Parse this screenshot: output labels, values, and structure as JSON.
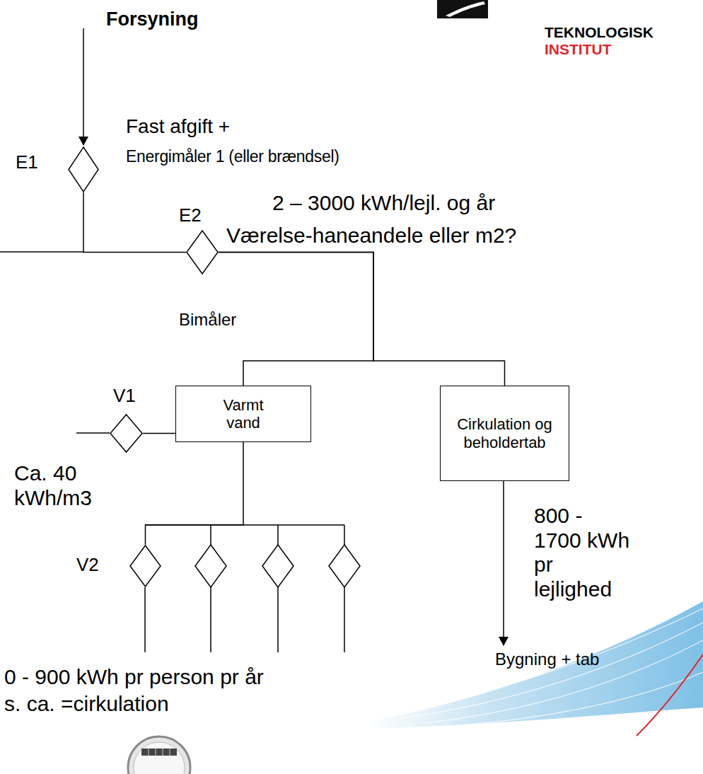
{
  "diagram": {
    "title": "Forsyning",
    "nodes": [
      {
        "text": [
          "E1"
        ]
      },
      {
        "text": [
          "E2",
          "Bimåler"
        ]
      },
      {
        "text": [
          "Varmt vand"
        ]
      },
      {
        "text": [
          "Cirkulation og beholdertab"
        ]
      },
      {
        "text": [
          "V1"
        ]
      },
      {
        "text": [
          "V2"
        ]
      }
    ],
    "edges": [
      {
        "from": 0,
        "to": 1,
        "arrow": "none"
      },
      {
        "from": 1,
        "to": 2,
        "arrow": "none"
      },
      {
        "from": 1,
        "to": 3,
        "arrow": "none"
      },
      {
        "from": 4,
        "to": 2,
        "arrow": "none"
      },
      {
        "from": 2,
        "to": 5,
        "arrow": "none"
      }
    ],
    "labels": [
      "Fast afgift +",
      "Energimåler 1 (eller brændsel)",
      "2 – 3000 kWh/lejl. og år",
      "Værelse-haneandele eller m2?",
      "Ca. 40 kWh/m3",
      "800 - 1700 kWh pr lejlighed",
      "Bygning + tab",
      "0 - 900 kWh pr person pr år",
      "s. ca. =cirkulation",
      "TEKNOLOGISK",
      "INSTITUT"
    ]
  }
}
